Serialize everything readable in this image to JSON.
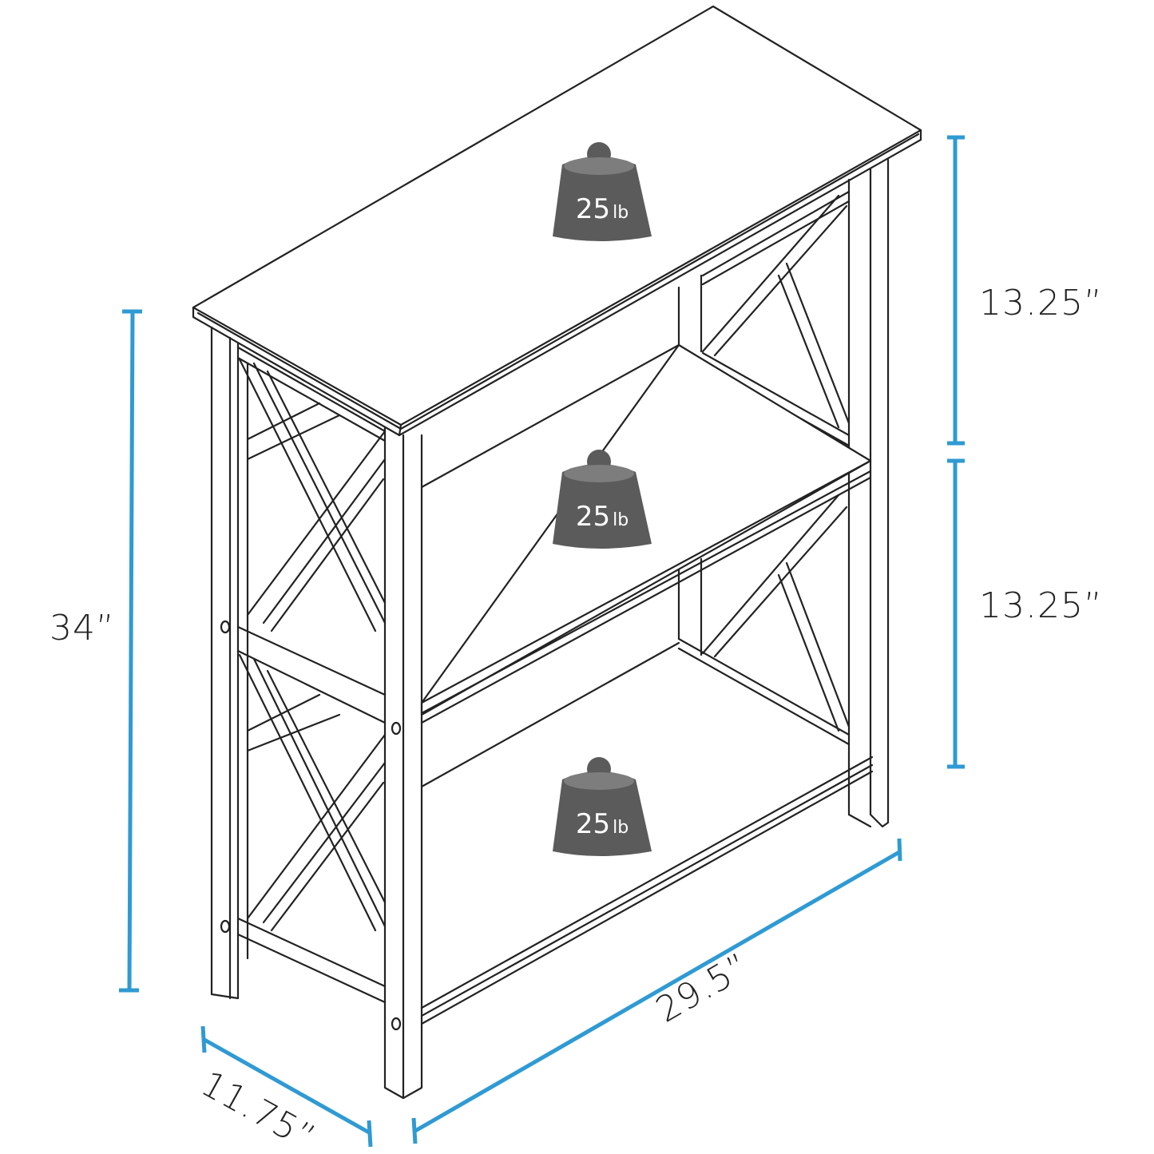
{
  "diagram": {
    "subject": "3-tier X-frame bookshelf",
    "accent_color": "#2f9ad3",
    "line_color": "#222222",
    "weight_icon_color": "#5b5b5b",
    "weight_icon_top_color": "#7d7d7d"
  },
  "dimensions": {
    "height_total": "34”",
    "shelf_spacing_upper": "13.25”",
    "shelf_spacing_lower": "13.25”",
    "width": "29.5”",
    "depth": "11.75”"
  },
  "weight_capacity": [
    {
      "shelf": "top",
      "value": "25",
      "unit": "lb"
    },
    {
      "shelf": "middle",
      "value": "25",
      "unit": "lb"
    },
    {
      "shelf": "bottom",
      "value": "25",
      "unit": "lb"
    }
  ]
}
